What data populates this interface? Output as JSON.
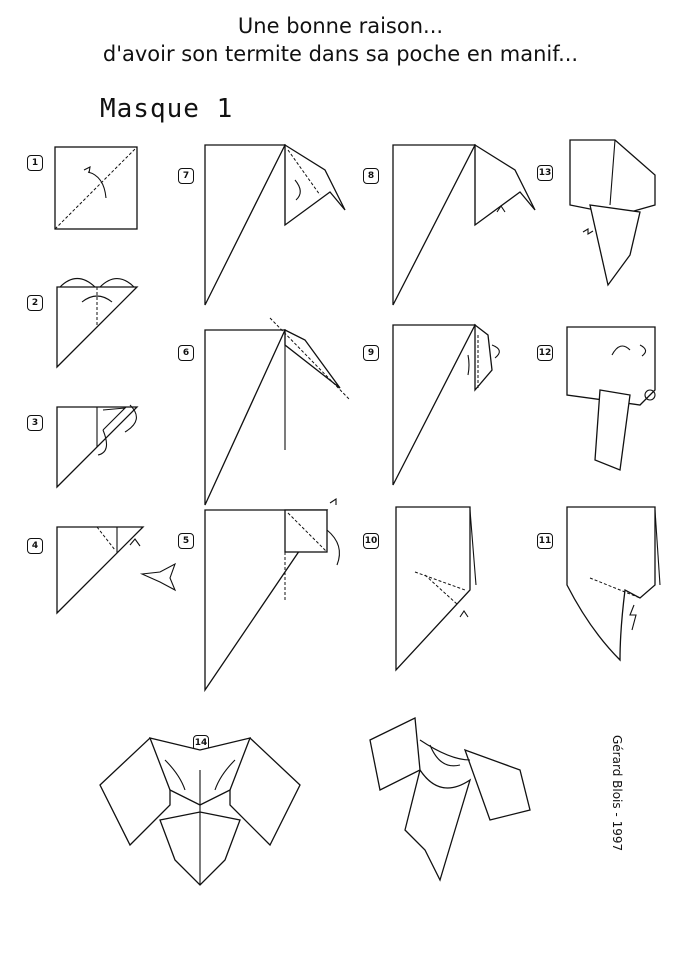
{
  "header": {
    "line1": "Une bonne raison...",
    "line2": "d'avoir son termite dans sa poche en manif...",
    "model_title": "Masque 1"
  },
  "steps": [
    "1",
    "2",
    "3",
    "4",
    "5",
    "6",
    "7",
    "8",
    "9",
    "10",
    "11",
    "12",
    "13",
    "14"
  ],
  "signature": "Gérard Blois - 1997"
}
